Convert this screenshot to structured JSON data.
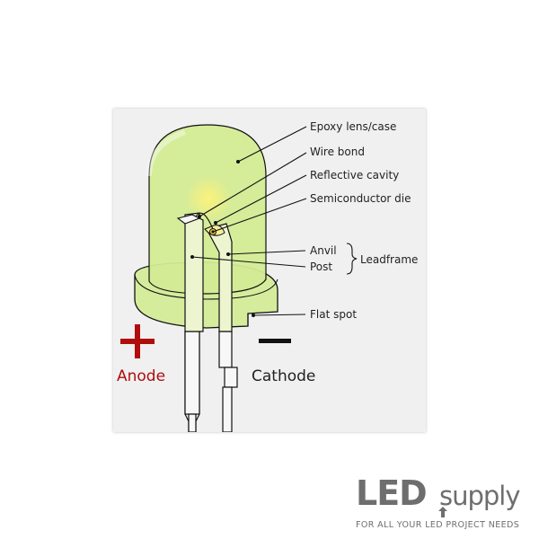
{
  "diagram": {
    "labels": {
      "epoxy": "Epoxy lens/case",
      "wire_bond": "Wire bond",
      "reflective": "Reflective cavity",
      "die": "Semiconductor die",
      "anvil": "Anvil",
      "post": "Post",
      "leadframe": "Leadframe",
      "flat_spot": "Flat spot",
      "anode": "Anode",
      "cathode": "Cathode"
    },
    "symbols": {
      "plus": "+",
      "minus": "−"
    },
    "colors": {
      "lens": "#d3eb93",
      "lens_light": "#e6f3b8",
      "glow": "#fff06b",
      "anode_red": "#b00d0d",
      "outline": "#111111"
    }
  },
  "logo": {
    "brand_bold": "LED",
    "brand_light": "supply",
    "tagline": "FOR ALL YOUR LED PROJECT NEEDS"
  }
}
